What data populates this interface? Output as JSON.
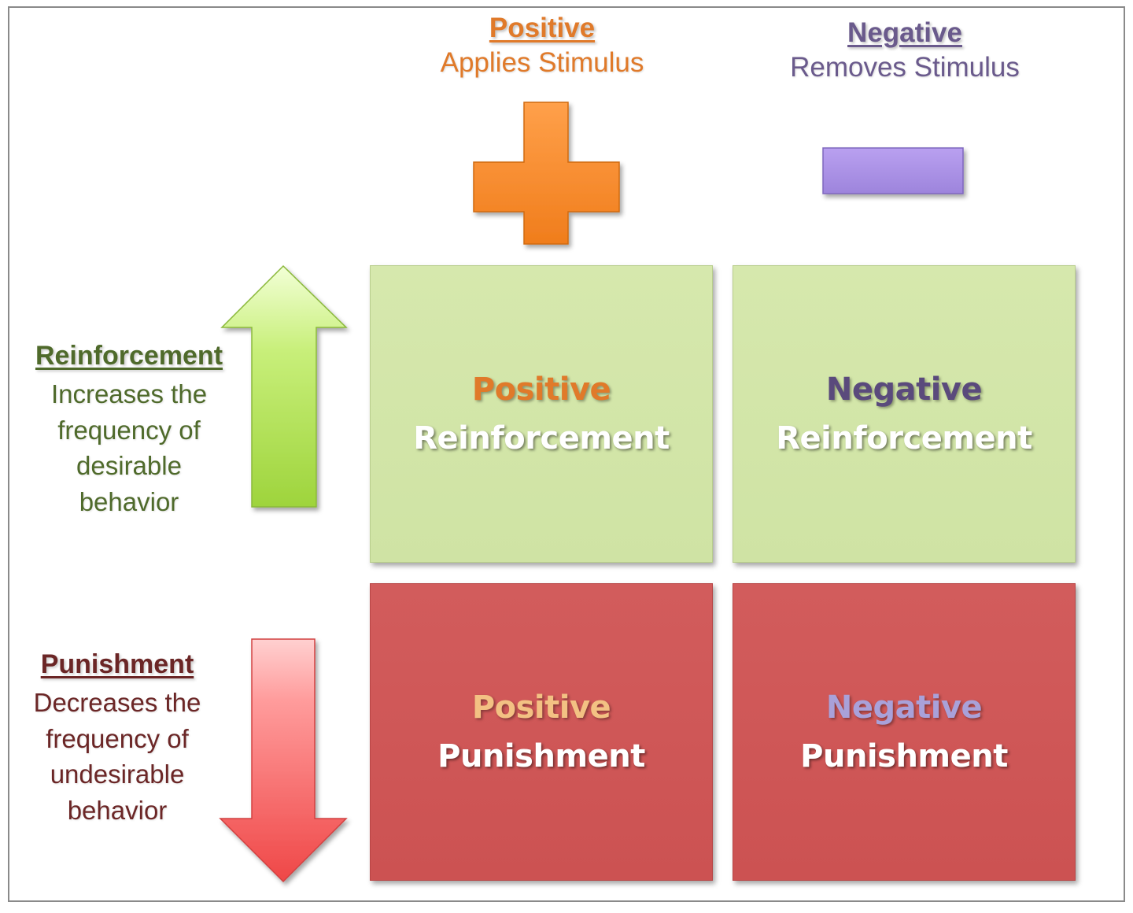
{
  "columns": [
    {
      "title": "Positive",
      "subtitle": "Applies Stimulus",
      "color": "#e07a2a",
      "icon": "plus-icon"
    },
    {
      "title": "Negative",
      "subtitle": "Removes Stimulus",
      "color": "#6a5a8c",
      "icon": "minus-icon"
    }
  ],
  "rows": [
    {
      "title": "Reinforcement",
      "description": "Increases the frequency of desirable behavior",
      "color": "#4f6a2b",
      "icon": "arrow-up-icon"
    },
    {
      "title": "Punishment",
      "description": "Decreases the frequency of undesirable behavior",
      "color": "#6b2626",
      "icon": "arrow-down-icon"
    }
  ],
  "cells": {
    "positive_reinforcement": {
      "line1": "Positive",
      "line2": "Reinforcement",
      "fill": "#d3e6a9"
    },
    "negative_reinforcement": {
      "line1": "Negative",
      "line2": "Reinforcement",
      "fill": "#d3e6a9"
    },
    "positive_punishment": {
      "line1": "Positive",
      "line2": "Punishment",
      "fill": "#cf5757"
    },
    "negative_punishment": {
      "line1": "Negative",
      "line2": "Punishment",
      "fill": "#cf5757"
    }
  }
}
